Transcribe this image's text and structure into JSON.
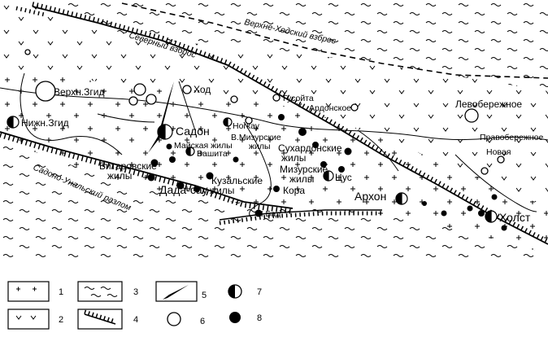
{
  "colors": {
    "ink": "#000000",
    "paper": "#ffffff"
  },
  "faults": {
    "verkhne_khodsky": "Верхне-Ходский взброс",
    "severny": "Северный взброс",
    "sadono_unalsky": "Садоно-Унальский разлом"
  },
  "places": {
    "verkhn_zgid": "Верхн.Згид",
    "nizhn_zgid": "Нижн.Згид",
    "khod": "Ход",
    "sadon": "Садон",
    "nogkau": "Ногкау",
    "gusoyta": "Гусойта",
    "ardonskoe": "Ардонское",
    "levoberezhnoe": "Левобережное",
    "pravoberezhnoe": "Правобережное",
    "novaya": "Новая",
    "arkhon": "Архон",
    "tsus": "Цус",
    "kora": "Кора",
    "n_bad": "Н.Бад",
    "kholst": "Холст",
    "dada_sau": "Дада-сау",
    "vaschita": "Вашита"
  },
  "vein_groups": {
    "maiskie": "Майская жилы",
    "v_mizurskie_1": "В.Мизурские",
    "v_mizurskie_2": "жилы",
    "sukhardonskie_1": "Сухардонские",
    "sukhardonskie_2": "жилы",
    "bitarovskie_1": "Битаровские",
    "bitarovskie_2": "жилы",
    "kuzalskie_1": "Кузальские",
    "kuzalskie_2": "жилы",
    "mizurskie_1": "Мизурские",
    "mizurskie_2": "жилы"
  },
  "legend": {
    "n1": "1",
    "n2": "2",
    "n3": "3",
    "n4": "4",
    "n5": "5",
    "n6": "6",
    "n7": "7",
    "n8": "8"
  }
}
